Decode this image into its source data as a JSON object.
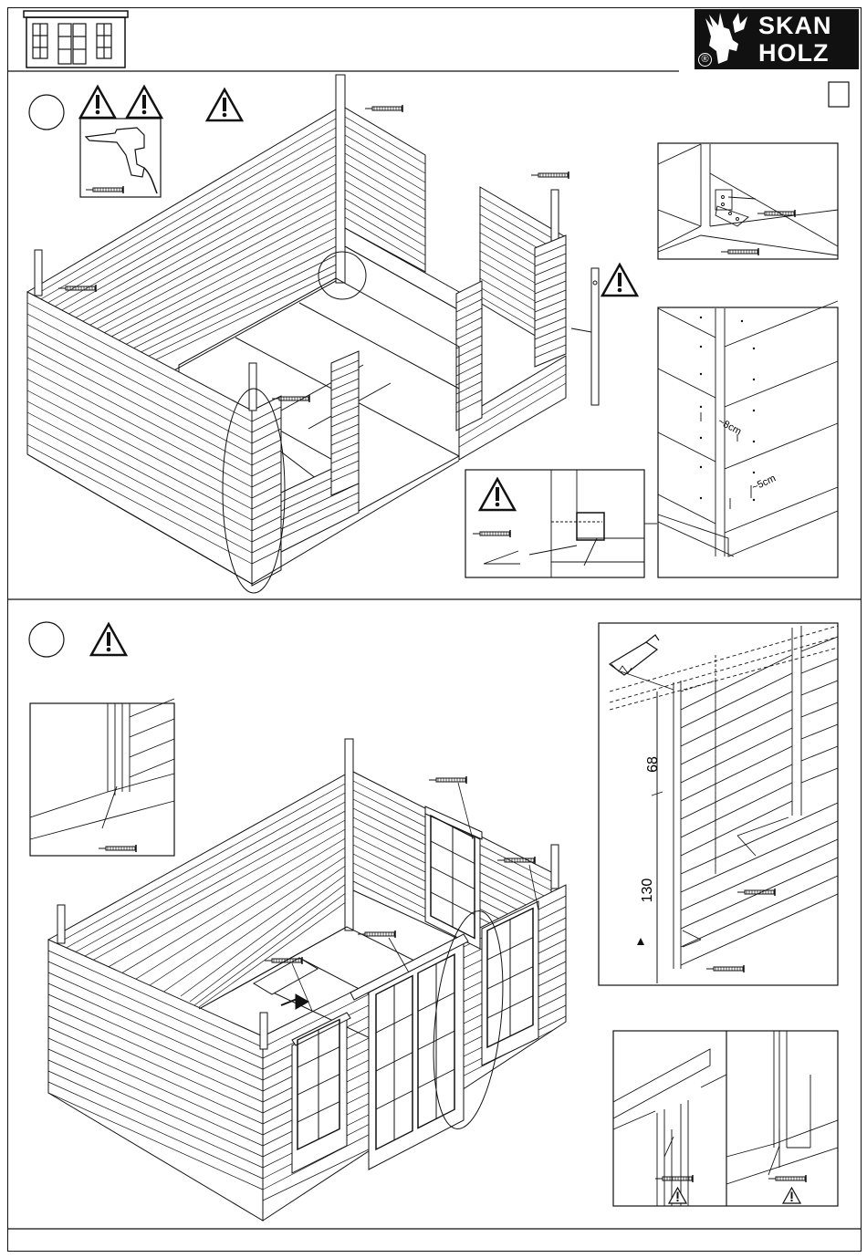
{
  "header": {
    "brand_line1": "SKAN",
    "brand_line2": "HOLZ",
    "registered": "®"
  },
  "step1": {
    "step_number": "",
    "page_marker": "",
    "detail_spacing_top": "~8cm",
    "detail_spacing_bottom": "~5cm"
  },
  "step2": {
    "step_number": "",
    "dim_upper": "68",
    "dim_lower": "130"
  },
  "icons": {
    "warning": "warning-triangle-icon",
    "drill": "drill-icon",
    "screw": "screw-icon",
    "saw": "saw-icon",
    "brand_logo": "moose-head-icon"
  }
}
